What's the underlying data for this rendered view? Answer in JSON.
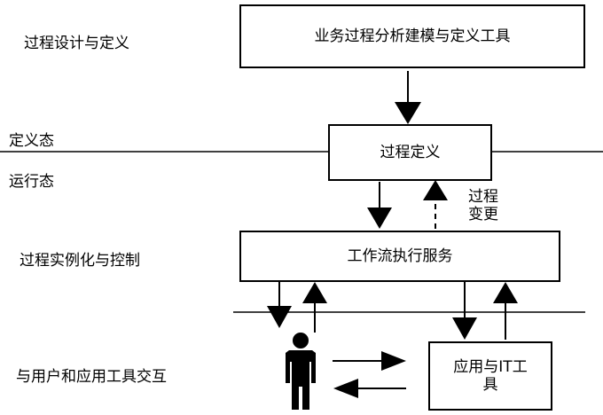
{
  "labels": {
    "design": "过程设计与定义",
    "defined_state": "定义态",
    "runtime_state": "运行态",
    "instantiation": "过程实例化与控制",
    "interaction": "与用户和应用工具交互",
    "change": "过程变更"
  },
  "boxes": {
    "modeling_tool": "业务过程分析建模与定义工具",
    "process_definition": "过程定义",
    "workflow_service": "工作流执行服务",
    "app_it_tool": "应用与IT工具"
  },
  "icons": {
    "user": "person-icon"
  },
  "colors": {
    "line": "#000000",
    "background": "#ffffff"
  }
}
